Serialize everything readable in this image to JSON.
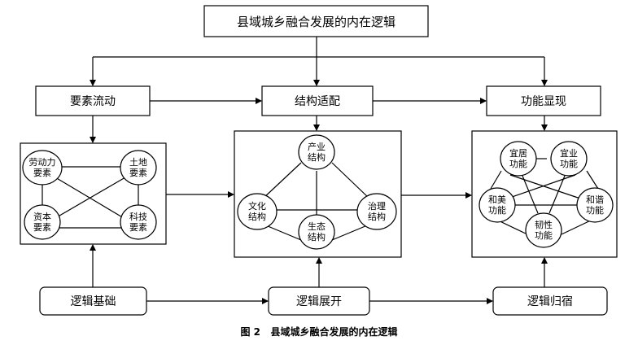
{
  "title": "县域城乡融合发展的内在逻辑",
  "top_row": {
    "element_flow": "要素流动",
    "structure_adapt": "结构适配",
    "function_show": "功能显现"
  },
  "bottom_row": {
    "logic_base": "逻辑基础",
    "logic_expand": "逻辑展开",
    "logic_home": "逻辑归宿"
  },
  "panel_left": {
    "nodes": [
      {
        "l1": "劳动力",
        "l2": "要素"
      },
      {
        "l1": "土地",
        "l2": "要素"
      },
      {
        "l1": "资本",
        "l2": "要素"
      },
      {
        "l1": "科技",
        "l2": "要素"
      }
    ]
  },
  "panel_mid": {
    "nodes": [
      {
        "l1": "产业",
        "l2": "结构"
      },
      {
        "l1": "文化",
        "l2": "结构"
      },
      {
        "l1": "治理",
        "l2": "结构"
      },
      {
        "l1": "生态",
        "l2": "结构"
      }
    ]
  },
  "panel_right": {
    "nodes": [
      {
        "l1": "宜居",
        "l2": "功能"
      },
      {
        "l1": "宜业",
        "l2": "功能"
      },
      {
        "l1": "和美",
        "l2": "功能"
      },
      {
        "l1": "和谐",
        "l2": "功能"
      },
      {
        "l1": "韧性",
        "l2": "功能"
      }
    ]
  },
  "caption": {
    "fig": "图 2",
    "text": "县域城乡融合发展的内在逻辑"
  }
}
